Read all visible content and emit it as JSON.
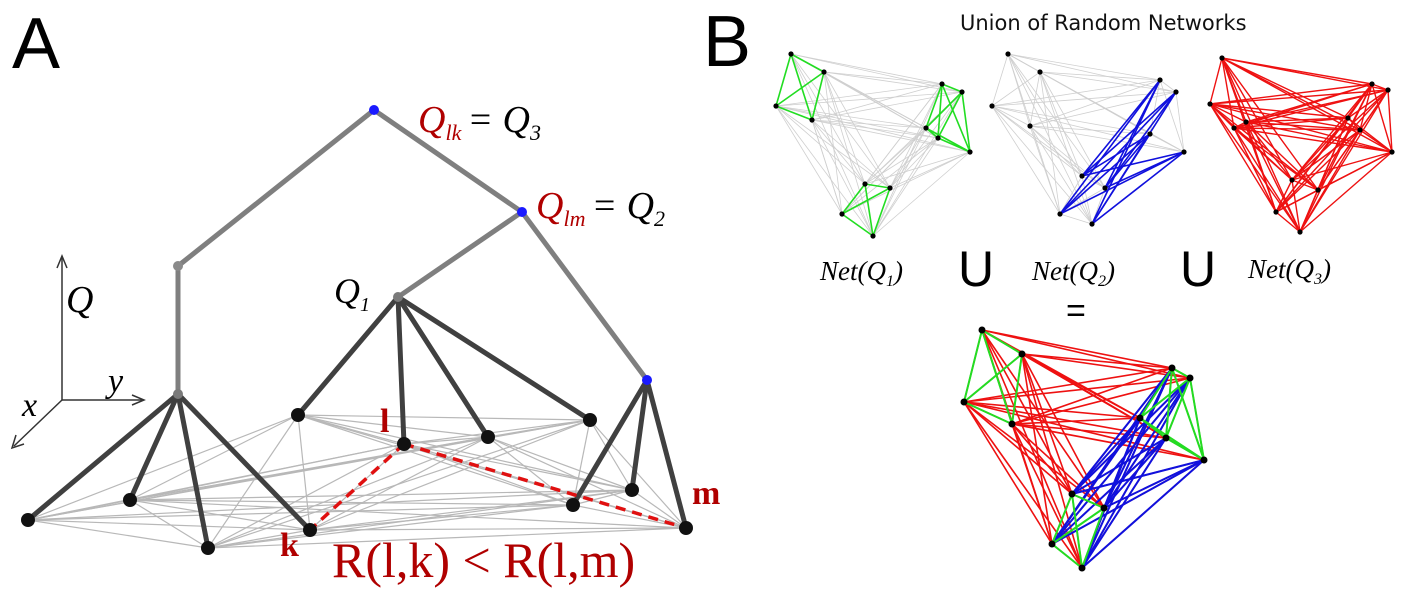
{
  "panelA": {
    "letter": "A",
    "q_lk": "Q",
    "q_lk_sub": "lk",
    "eq_q3": "= Q",
    "eq_q3_sub": "3",
    "q_lm": "Q",
    "q_lm_sub": "lm",
    "eq_q2": "= Q",
    "eq_q2_sub": "2",
    "q1": "Q",
    "q1_sub": "1",
    "axis_q": "Q",
    "axis_x": "x",
    "axis_y": "y",
    "node_l": "l",
    "node_k": "k",
    "node_m": "m",
    "inequality": "R(l,k) < R(l,m)"
  },
  "panelB": {
    "letter": "B",
    "title": "Union of Random Networks",
    "net1": "Net(Q",
    "net1_sub": "1",
    "net2": "Net(Q",
    "net2_sub": "2",
    "net3": "Net(Q",
    "net3_sub": "3",
    "union_symbol": "U",
    "equals": "=",
    "close_paren": ")"
  },
  "colors": {
    "dark_red": "#b00000",
    "tree_gray": "#808080",
    "tree_dark": "#404040",
    "thin_gray": "#b8b8b8",
    "green": "#22dd22",
    "blue": "#1010dd",
    "red": "#ee1111",
    "node_blue": "#1a1aff"
  }
}
